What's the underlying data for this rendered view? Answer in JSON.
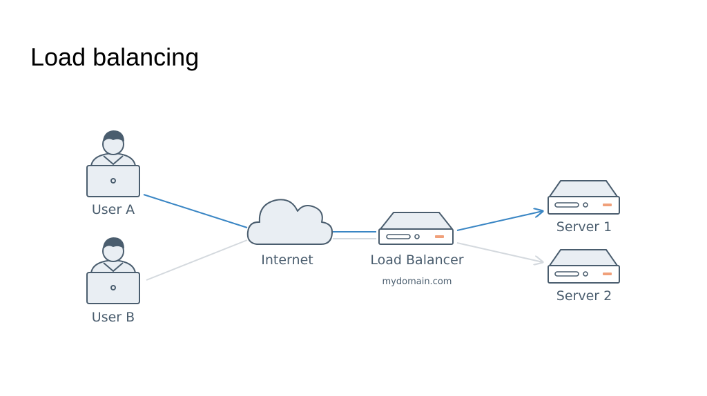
{
  "slide": {
    "title": "Load balancing"
  },
  "nodes": {
    "user_a": {
      "label": "User A"
    },
    "user_b": {
      "label": "User B"
    },
    "internet": {
      "label": "Internet"
    },
    "load_balancer": {
      "label": "Load Balancer",
      "sublabel": "mydomain.com"
    },
    "server_1": {
      "label": "Server 1"
    },
    "server_2": {
      "label": "Server 2"
    }
  },
  "colors": {
    "stroke": "#4a5d6e",
    "fill": "#e9eef3",
    "active_link": "#3a86c4",
    "inactive_link": "#d4d9de",
    "status_led": "#f0a07a"
  }
}
